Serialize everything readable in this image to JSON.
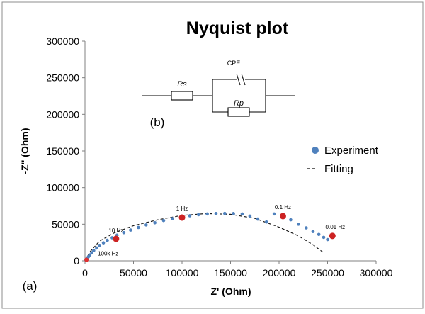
{
  "chart_data": {
    "type": "scatter",
    "title": "Nyquist plot",
    "xlabel": "Z' (Ohm)",
    "ylabel": "-Z'' (Ohm)",
    "xlim": [
      0,
      300000
    ],
    "ylim": [
      0,
      300000
    ],
    "xticks": [
      "0",
      "50000",
      "100000",
      "150000",
      "200000",
      "250000",
      "300000"
    ],
    "yticks": [
      "0",
      "50000",
      "100000",
      "150000",
      "200000",
      "250000",
      "300000"
    ],
    "grid": false,
    "legend_position": "right",
    "series": [
      {
        "name": "Experiment",
        "style": "markers",
        "color": "#4f81bd",
        "x": [
          1000,
          2000,
          3500,
          5000,
          7000,
          9000,
          12000,
          15000,
          19000,
          23000,
          28000,
          33000,
          40000,
          47000,
          55000,
          63000,
          72000,
          81000,
          90000,
          99000,
          108000,
          117000,
          126000,
          135000,
          144000,
          153000,
          162000,
          170000,
          178000,
          187000,
          195000,
          204000,
          212000,
          220000,
          228000,
          235000,
          241000,
          246000,
          250000
        ],
        "y": [
          1000,
          3000,
          5500,
          8000,
          11000,
          14000,
          17500,
          21000,
          24500,
          28000,
          31500,
          35000,
          38500,
          42000,
          45500,
          49000,
          52000,
          55000,
          57500,
          59500,
          61500,
          63000,
          64000,
          64500,
          64700,
          64500,
          64000,
          61000,
          57000,
          53000,
          64000,
          61000,
          56000,
          50000,
          45000,
          40000,
          36000,
          32000,
          29000
        ]
      },
      {
        "name": "Fitting",
        "style": "dashed",
        "color": "#1a1a1a",
        "x": [
          500,
          5000,
          15000,
          30000,
          50000,
          75000,
          100000,
          125000,
          150000,
          175000,
          200000,
          220000,
          235000,
          245000
        ],
        "y": [
          500,
          12000,
          27000,
          38000,
          48000,
          56000,
          62000,
          64500,
          63500,
          58000,
          46000,
          34000,
          22000,
          12000
        ]
      }
    ],
    "highlighted_points": [
      {
        "label": "100k Hz",
        "x": 1500,
        "y": 1500,
        "color": "#e03030"
      },
      {
        "label": "10 Hz",
        "x": 32000,
        "y": 30000,
        "color": "#cc2222"
      },
      {
        "label": "1 Hz",
        "x": 100000,
        "y": 59000,
        "color": "#cc2222"
      },
      {
        "label": "0.1 Hz",
        "x": 204000,
        "y": 61000,
        "color": "#cc2222"
      },
      {
        "label": "0.01 Hz",
        "x": 255000,
        "y": 34000,
        "color": "#cc2222"
      }
    ],
    "legend": [
      {
        "label": "Experiment",
        "marker": "circle",
        "color": "#4f81bd"
      },
      {
        "label": "Fitting",
        "marker": "dash",
        "color": "#1a1a1a"
      }
    ],
    "circuit": {
      "label_rs": "Rs",
      "label_cpe": "CPE",
      "label_rp": "Rp",
      "panel_label": "(b)"
    },
    "panel_label": "(a)"
  }
}
